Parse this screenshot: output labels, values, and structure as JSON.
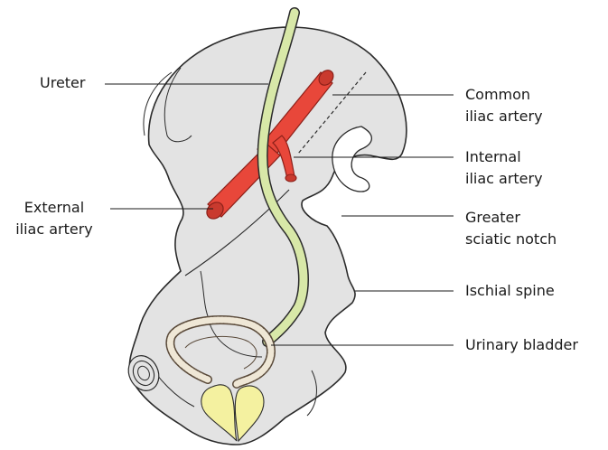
{
  "labels": {
    "ureter": "Ureter",
    "common_iliac_line1": "Common",
    "common_iliac_line2": "iliac artery",
    "internal_iliac_line1": "Internal",
    "internal_iliac_line2": "iliac artery",
    "external_iliac_line1": "External",
    "external_iliac_line2": "iliac artery",
    "greater_sciatic_line1": "Greater",
    "greater_sciatic_line2": "sciatic notch",
    "ischial_spine": "Ischial spine",
    "urinary_bladder": "Urinary bladder"
  },
  "colors": {
    "bone_fill": "#e3e3e3",
    "bone_stroke": "#2b2b2b",
    "artery": "#e8473a",
    "artery_dark": "#b92f25",
    "ureter": "#d8e8a8",
    "gland": "#f4f1a0"
  }
}
